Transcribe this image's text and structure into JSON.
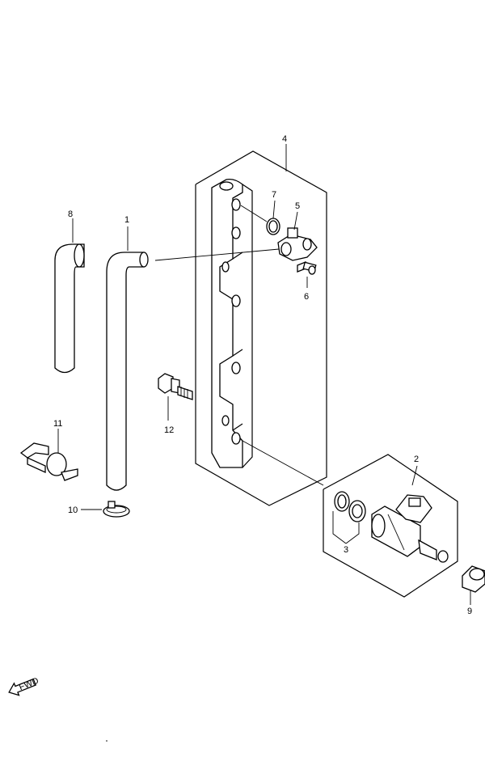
{
  "diagram": {
    "callouts": {
      "c1": "1",
      "c2": "2",
      "c3": "3",
      "c4": "4",
      "c5": "5",
      "c6": "6",
      "c7": "7",
      "c8": "8",
      "c9": "9",
      "c10": "10",
      "c11": "11",
      "c12": "12"
    },
    "fwd_label": "FWD"
  }
}
